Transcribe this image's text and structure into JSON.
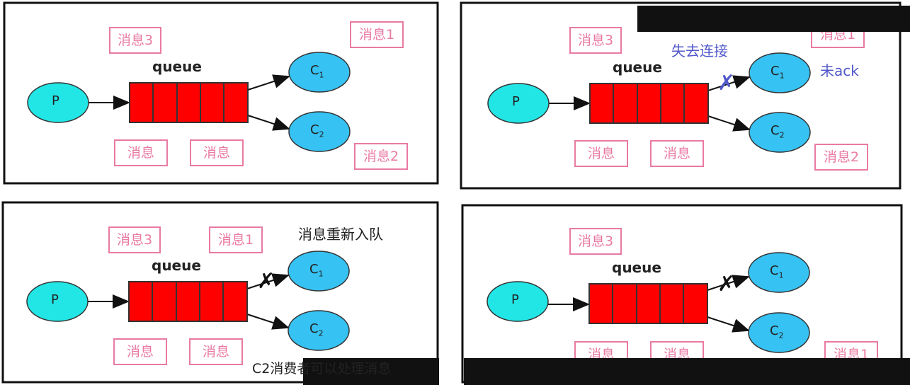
{
  "colors": {
    "queue_fill": "#ff0000",
    "producer_fill": "#22e6e6",
    "consumer_fill": "#36c2f3",
    "msg_border": "#e97aa3",
    "annotation_blue": "#5057c9"
  },
  "labels": {
    "producer": "P",
    "queue": "queue",
    "c1": "C",
    "c1_sub": "1",
    "c2": "C",
    "c2_sub": "2",
    "cross": "✗"
  },
  "messages": {
    "m3": "消息3",
    "m1": "消息1",
    "m2": "消息2",
    "m": "消息"
  },
  "notes": {
    "lost_connection": "失去连接",
    "no_ack": "未ack",
    "requeue": "消息重新入队",
    "c2_can_process": "C2消费者可以处理消息"
  }
}
